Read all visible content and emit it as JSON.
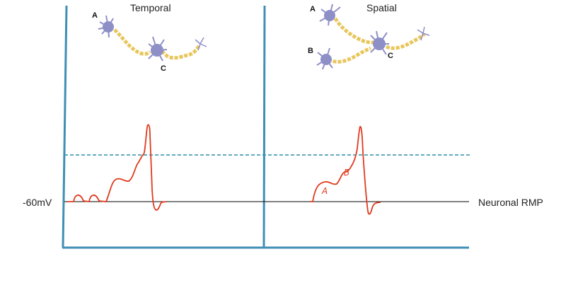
{
  "panels": {
    "temporal": {
      "title": "Temporal",
      "labels": [
        "A",
        "C"
      ]
    },
    "spatial": {
      "title": "Spatial",
      "labels": [
        "A",
        "B",
        "C"
      ]
    }
  },
  "axis": {
    "voltage_label": "-60mV",
    "rmp_label": "Neuronal RMP"
  },
  "annotations": {
    "spatial_a": "A",
    "spatial_b": "B"
  },
  "colors": {
    "axis": "#3f8fb5",
    "trace": "#e03a1e",
    "threshold": "#2f8fa8",
    "baseline": "#000000",
    "neuron": "#8f8fc8",
    "axon": "#e8c65a"
  }
}
